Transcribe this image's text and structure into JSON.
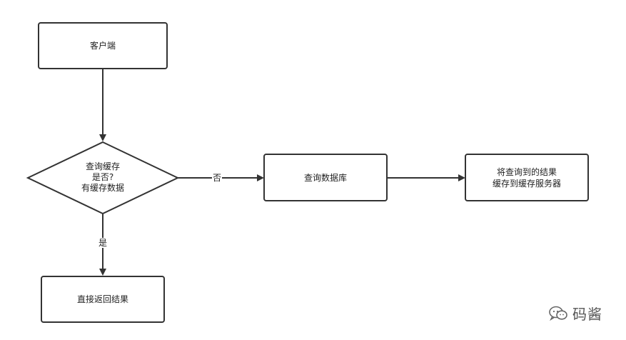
{
  "nodes": {
    "client": "客户端",
    "decision": "查询缓存\n是否?\n有缓存数据",
    "query_db": "查询数据库",
    "write_cache": "将查询到的结果\n缓存到缓存服务器",
    "return_result": "直接返回结果"
  },
  "edges": {
    "no_label": "否",
    "yes_label": "是"
  },
  "watermark": {
    "text": "码酱",
    "icon": "wechat-bubble-icon"
  },
  "colors": {
    "stroke": "#333333",
    "text": "#222222"
  }
}
